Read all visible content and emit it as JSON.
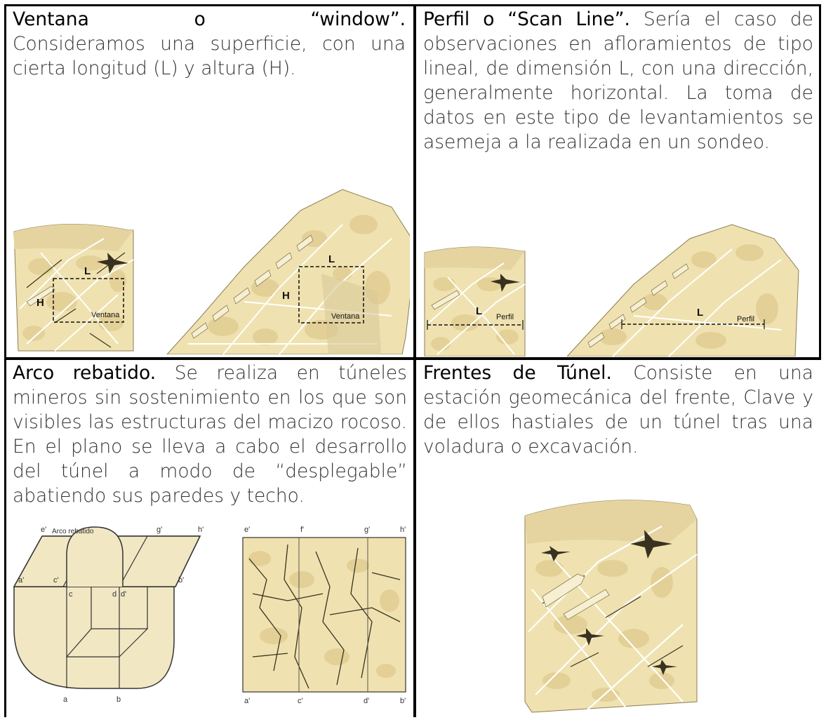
{
  "cells": {
    "ventana": {
      "heading": "Ventana o “window”.",
      "body": "Consideramos una superficie, con una cierta longitud (L) y altura (H).",
      "fig_labels": {
        "L": "L",
        "H": "H",
        "window": "Ventana"
      }
    },
    "perfil": {
      "heading": "Perfil o “Scan Line”.",
      "body": "Sería el caso de observaciones en afloramientos de tipo lineal, de dimensión L, con una dirección, generalmente horizontal. La toma de datos en este tipo de levantamientos se asemeja a la realizada en un sondeo.",
      "fig_labels": {
        "L": "L",
        "line": "Perfil"
      }
    },
    "arco": {
      "heading": "Arco rebatido.",
      "body": "Se realiza en túneles mineros sin sostenimiento en los que son visibles las estructuras del macizo rocoso. En el plano se lleva a cabo el desarrollo del túnel a modo de “desplegable” abatiendo sus paredes y techo.",
      "fig_title": "Arco rebatido",
      "fig_points": {
        "e1": "e'",
        "g1": "g'",
        "h1": "h'",
        "a1": "a'",
        "c1": "c'",
        "b1": "b'",
        "c": "c",
        "d": "d",
        "dd": "d'",
        "a": "a",
        "b": "b",
        "f1": "f'"
      }
    },
    "frentes": {
      "heading": "Frentes de Túnel.",
      "body": "Consiste en una estación geomecánica del frente, Clave y de ellos hastiales de un túnel tras una voladura o excavación."
    }
  },
  "colors": {
    "rock": "#efe2b0",
    "rock_dark": "#d9c483",
    "blob": "#e6d199",
    "crack": "#3a3220",
    "grid": "#ffffff"
  }
}
